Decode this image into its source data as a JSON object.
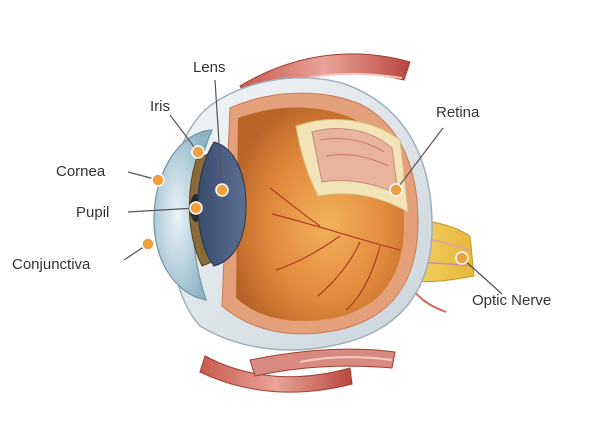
{
  "labels": {
    "lens": "Lens",
    "iris": "Iris",
    "retina": "Retina",
    "cornea": "Cornea",
    "pupil": "Pupil",
    "conjunctiva": "Conjunctiva",
    "optic_nerve": "Optic Nerve"
  },
  "colors": {
    "marker": "#f0a040",
    "leader_line": "#555555",
    "label_text": "#333333"
  }
}
